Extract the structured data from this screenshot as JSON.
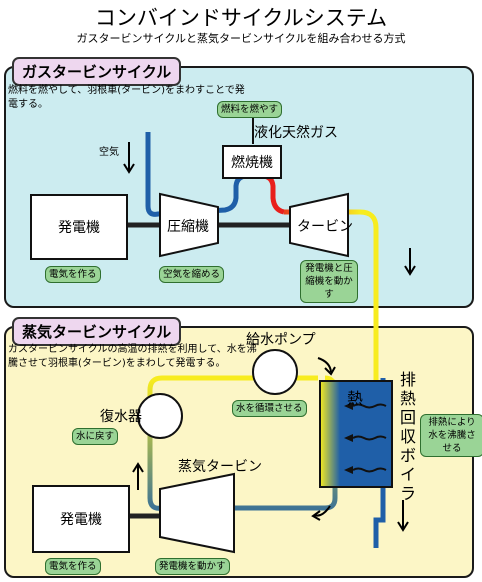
{
  "title": "コンバインドサイクルシステム",
  "subtitle": "ガスタービンサイクルと蒸気タービンサイクルを組み合わせる方式",
  "gas_cycle": {
    "tag": "ガスタービンサイクル",
    "note": "燃料を燃やして、羽根車(タービン)をまわすことで発電する。",
    "air": "空気",
    "fuel_label": "燃料を燃やす",
    "lng": "液化天然ガス",
    "combustor": "燃焼機",
    "generator": "発電機",
    "compressor": "圧縮機",
    "turbine": "タービン",
    "gen_label": "電気を作る",
    "comp_label": "空気を縮める",
    "turbine_label": "発電機と圧縮機を動かす"
  },
  "steam_cycle": {
    "tag": "蒸気タービンサイクル",
    "note": "ガスタービンサイクルの高温の排熱を利用して、水を沸騰させて羽根車(タービン)をまわして発電する。",
    "pump": "給水ポンプ",
    "pump_label": "水を循環させる",
    "condenser": "復水器",
    "condenser_label": "水に戻す",
    "steam_turbine": "蒸気タービン",
    "generator": "発電機",
    "gen_label": "電気を作る",
    "turbine_label": "発電機を動かす",
    "heat": "熱",
    "hrsg": "排熱回収ボイラ",
    "hrsg_label": "排熱により水を沸騰させる"
  },
  "colors": {
    "gas_panel": "#ccecf0",
    "steam_panel": "#fcf6c6",
    "tag_bg": "#eed7ef",
    "label_green": "#9ad496",
    "flow_blue": "#1f5fa8",
    "flow_red": "#e8201c",
    "flow_yellow": "#f7ec1f"
  }
}
